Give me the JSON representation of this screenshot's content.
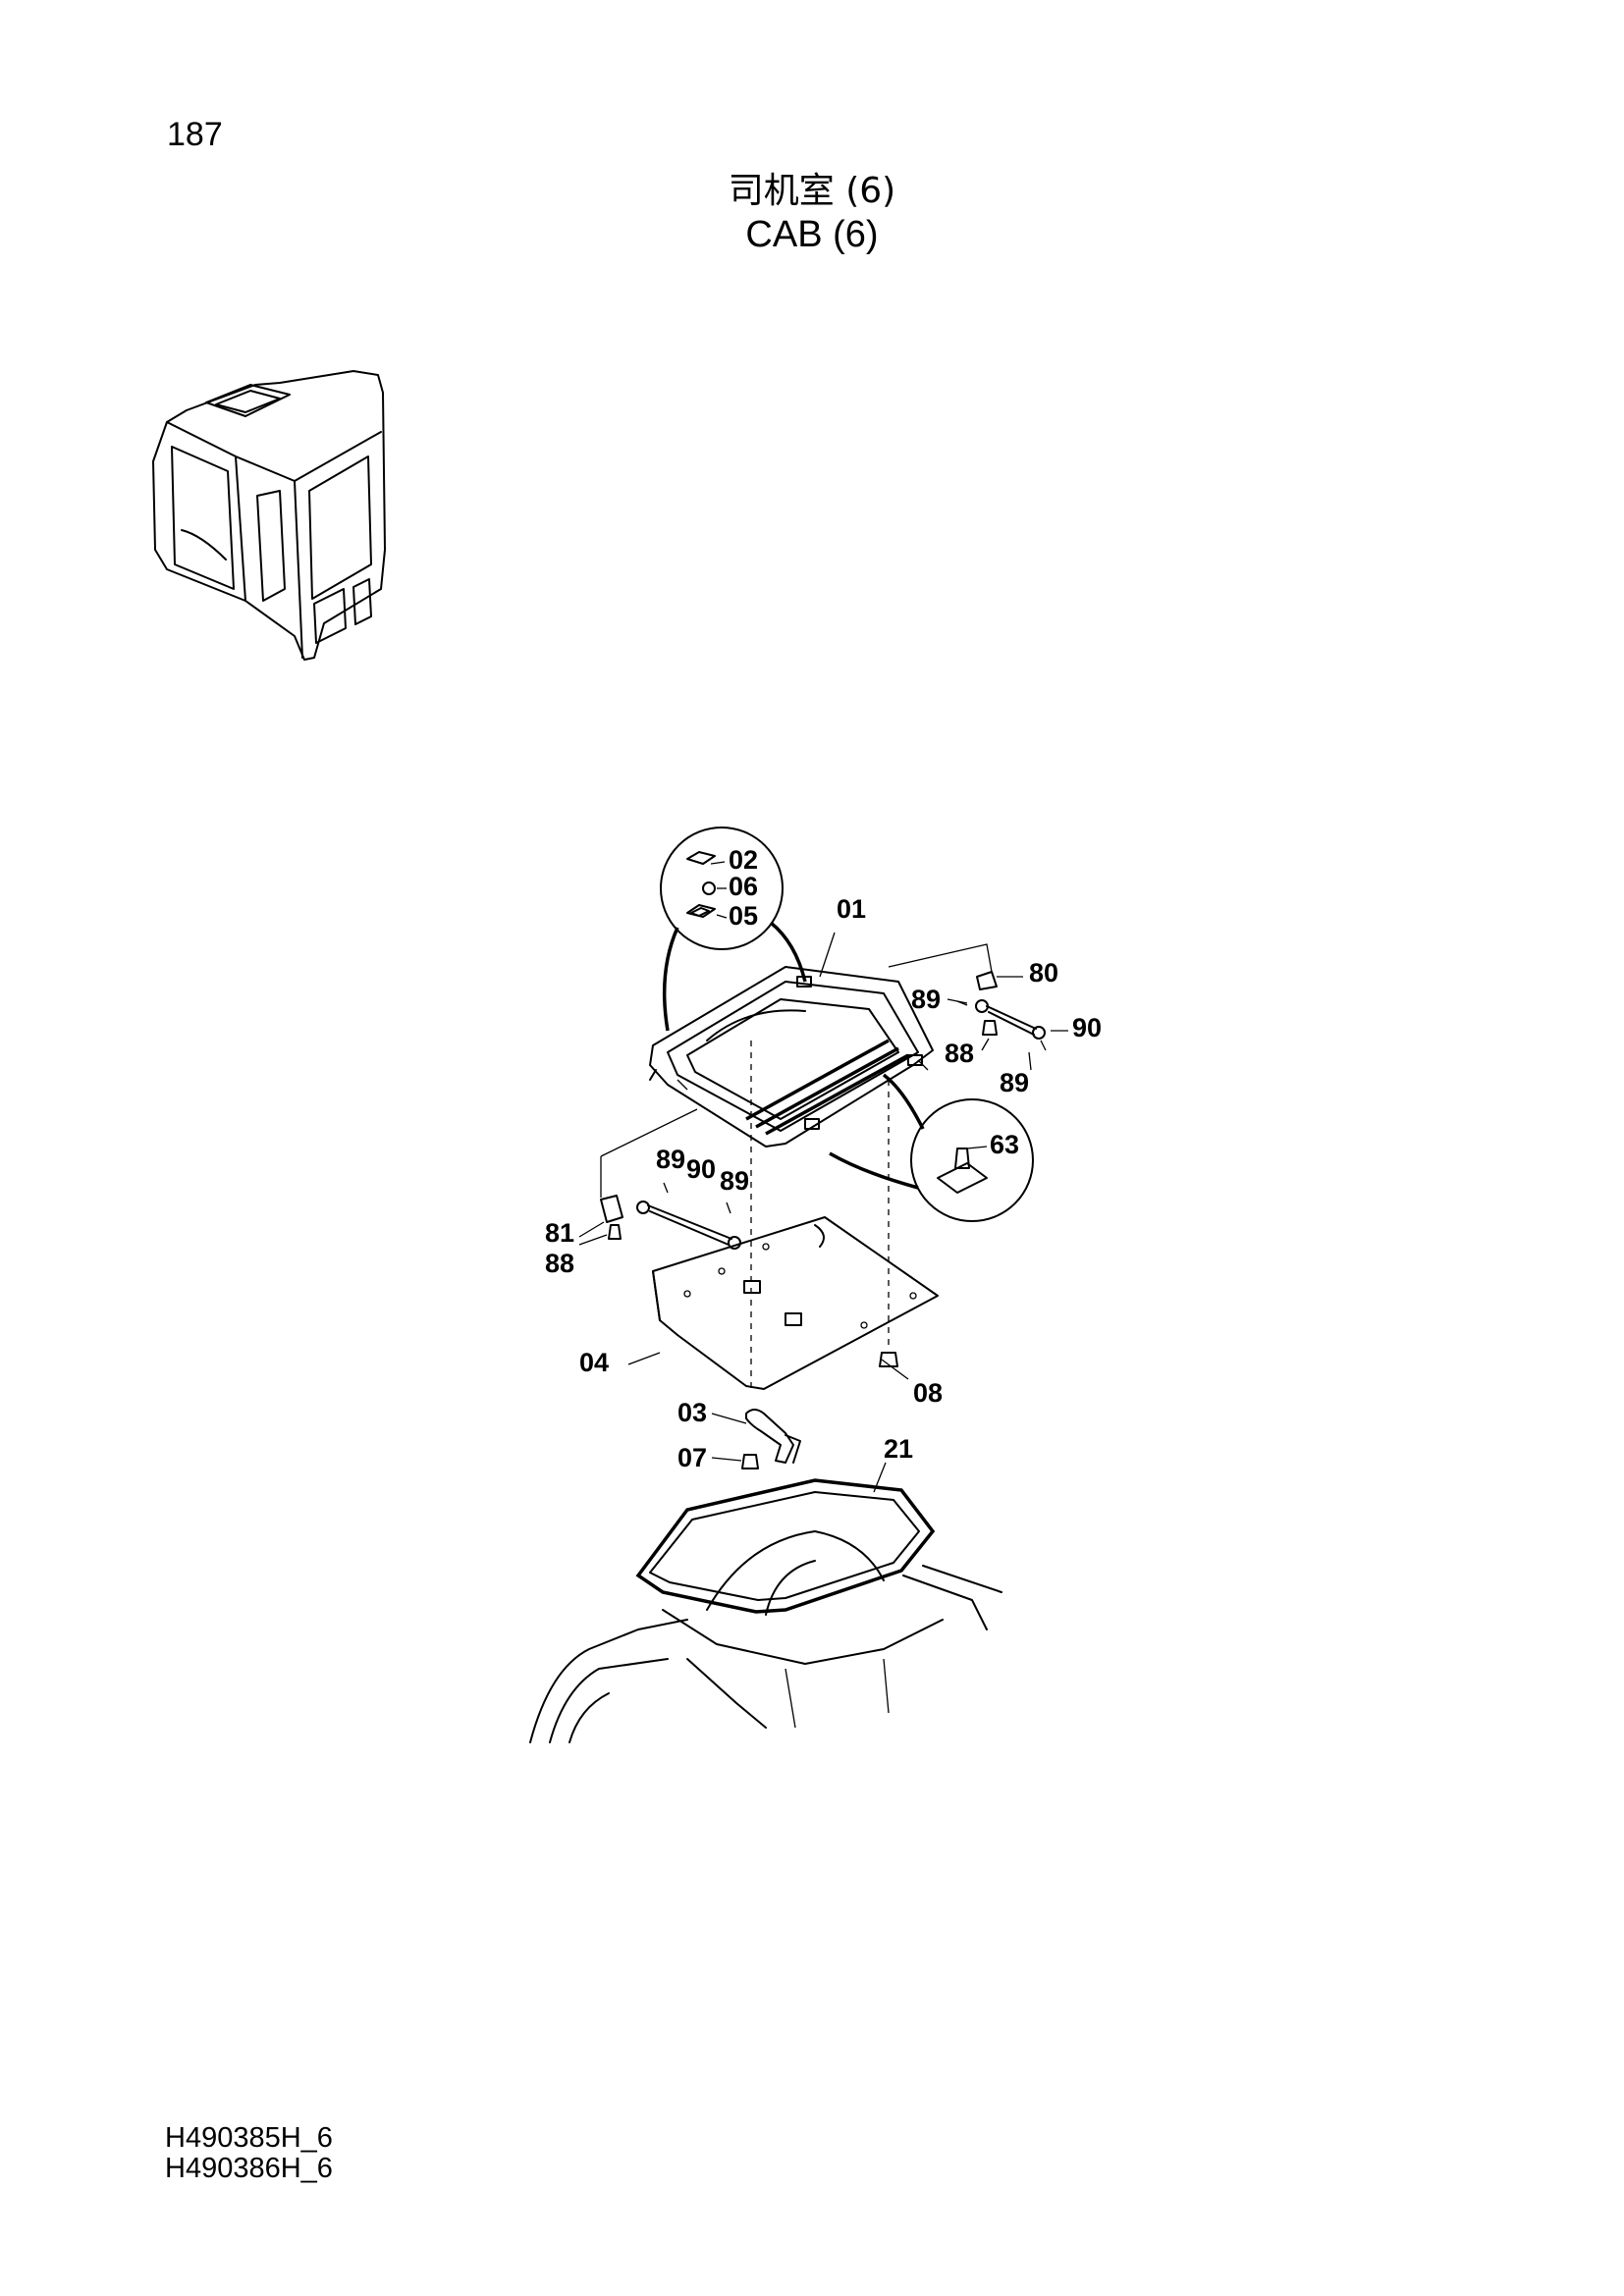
{
  "page_number": "187",
  "title_cn": "司机室 (6)",
  "title_en": "CAB (6)",
  "doc_codes": [
    "H490385H_6",
    "H490386H_6"
  ],
  "callouts": {
    "c01": "01",
    "c02": "02",
    "c03": "03",
    "c04": "04",
    "c05": "05",
    "c06": "06",
    "c07": "07",
    "c08": "08",
    "c21": "21",
    "c63": "63",
    "c80": "80",
    "c81": "81",
    "c88a": "88",
    "c88b": "88",
    "c89a": "89",
    "c89b": "89",
    "c89c": "89",
    "c89d": "89",
    "c90a": "90",
    "c90b": "90"
  }
}
